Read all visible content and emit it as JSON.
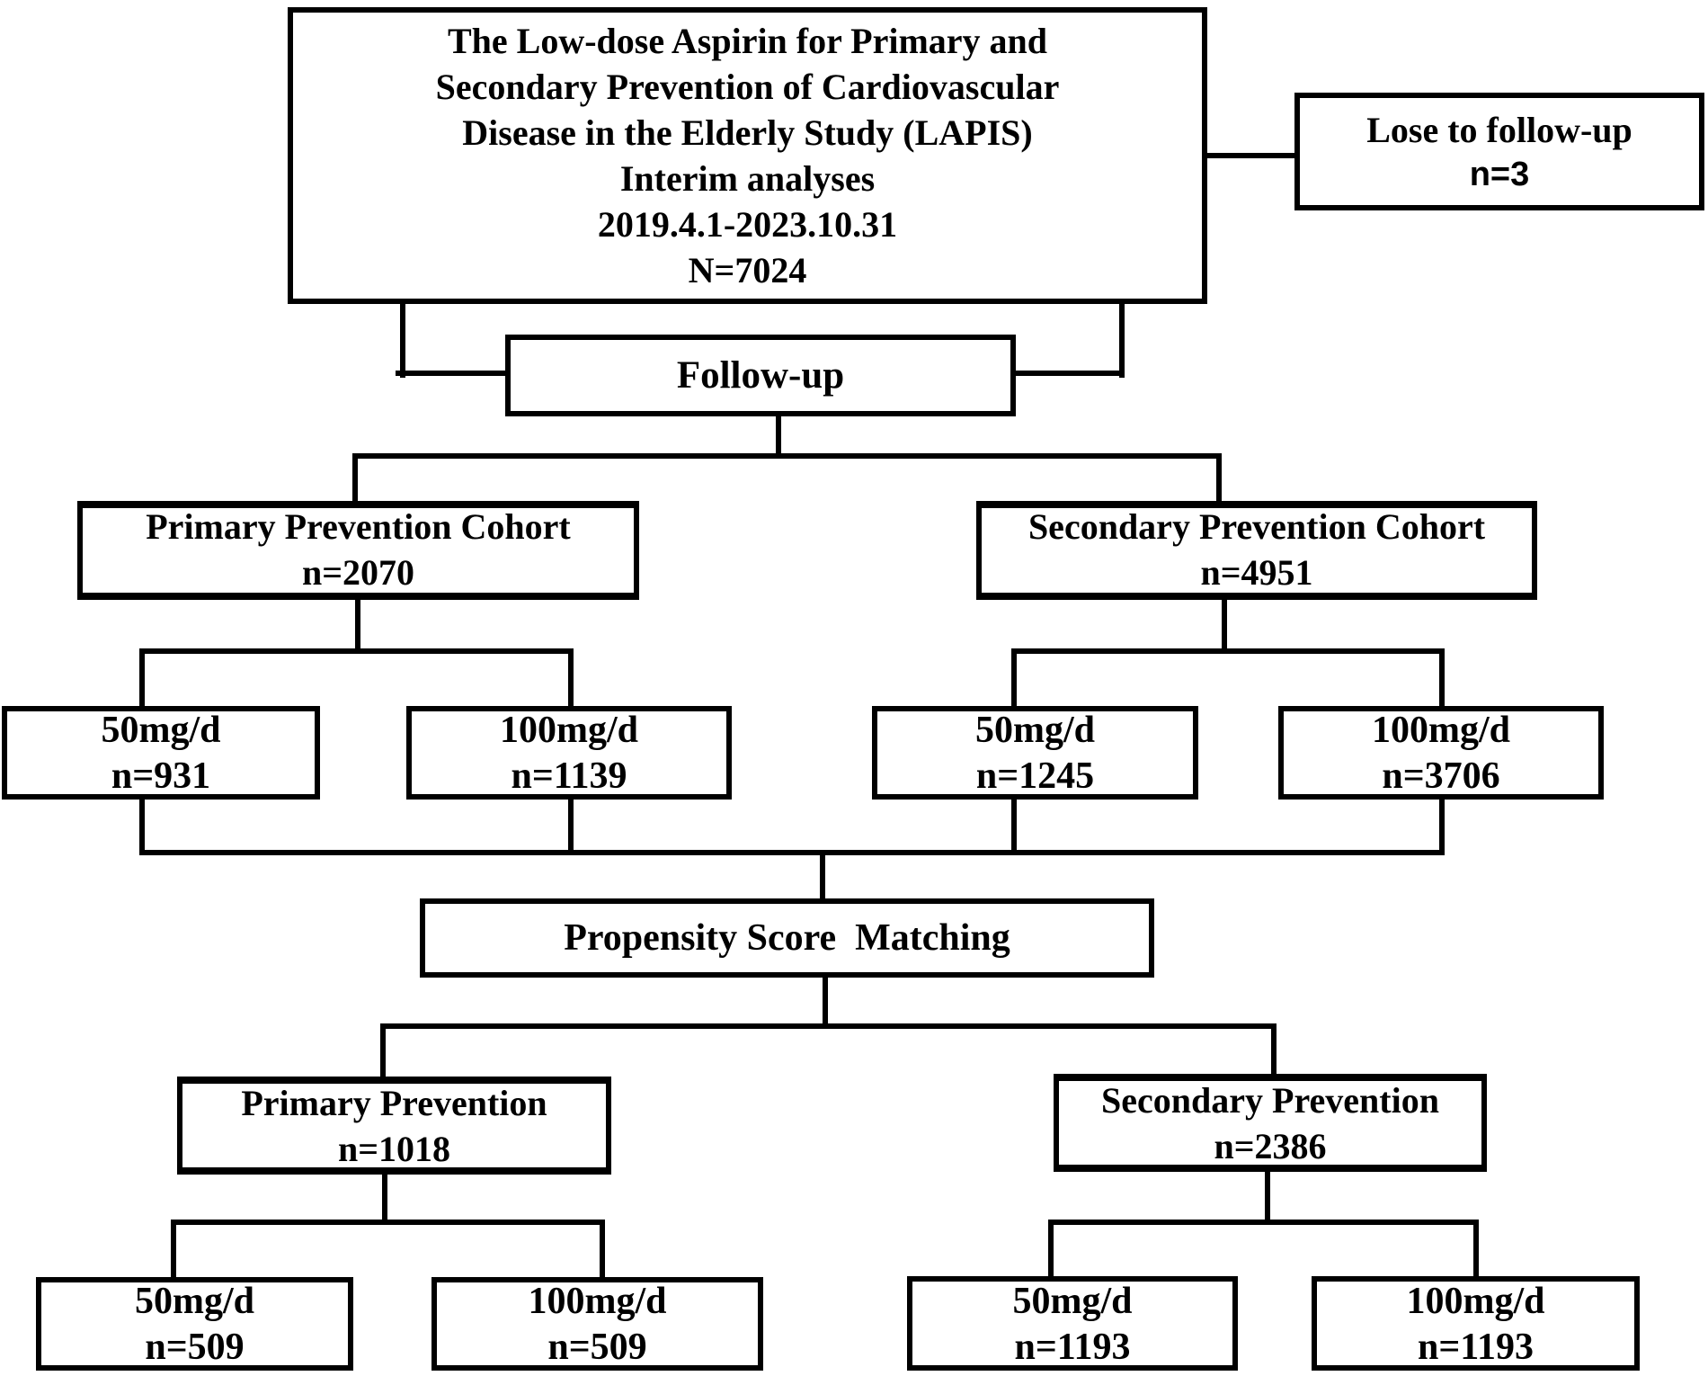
{
  "diagram": {
    "title": "LAPIS study flow diagram",
    "background_color": "#ffffff",
    "line_color": "#000000",
    "nodes": {
      "study": {
        "lines": [
          "The Low-dose Aspirin for Primary and",
          "Secondary Prevention of Cardiovascular",
          "Disease in the Elderly Study (LAPIS)",
          "Interim analyses",
          "2019.4.1-2023.10.31",
          "N=7024"
        ]
      },
      "lost": {
        "title": "Lose to follow-up",
        "n": "n=3"
      },
      "followup": {
        "label": "Follow-up"
      },
      "primary_cohort": {
        "title": "Primary Prevention Cohort",
        "n": "n=2070"
      },
      "secondary_cohort": {
        "title": "Secondary Prevention Cohort",
        "n": "n=4951"
      },
      "primary_50": {
        "title": "50mg/d",
        "n": "n=931"
      },
      "primary_100": {
        "title": "100mg/d",
        "n": "n=1139"
      },
      "secondary_50": {
        "title": "50mg/d",
        "n": "n=1245"
      },
      "secondary_100": {
        "title": "100mg/d",
        "n": "n=3706"
      },
      "psm": {
        "label": "Propensity Score  Matching"
      },
      "primary_matched": {
        "title": "Primary Prevention",
        "n": "n=1018"
      },
      "secondary_matched": {
        "title": "Secondary Prevention",
        "n": "n=2386"
      },
      "primary_matched_50": {
        "title": "50mg/d",
        "n": "n=509"
      },
      "primary_matched_100": {
        "title": "100mg/d",
        "n": "n=509"
      },
      "secondary_matched_50": {
        "title": "50mg/d",
        "n": "n=1193"
      },
      "secondary_matched_100": {
        "title": "100mg/d",
        "n": "n=1193"
      }
    }
  }
}
